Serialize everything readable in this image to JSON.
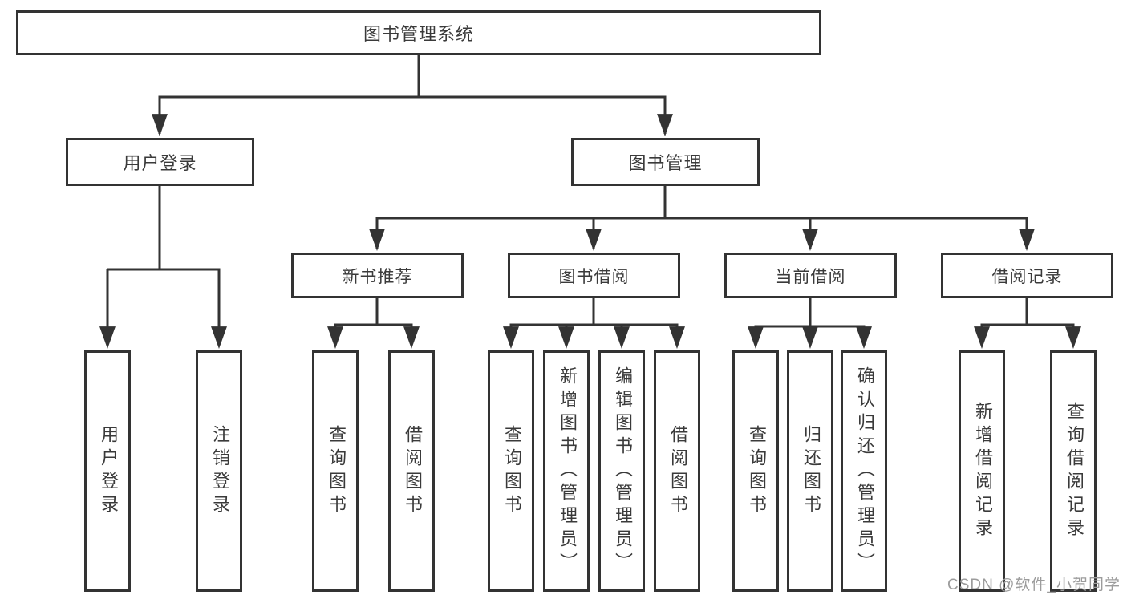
{
  "diagram": {
    "title": "图书管理系统",
    "nodes": {
      "user_login": {
        "label": "用户登录",
        "children": [
          {
            "label": "用户登录"
          },
          {
            "label": "注销登录"
          }
        ]
      },
      "book_mgmt": {
        "label": "图书管理",
        "sections": [
          {
            "label": "新书推荐",
            "children": [
              {
                "label": "查询图书"
              },
              {
                "label": "借阅图书"
              }
            ]
          },
          {
            "label": "图书借阅",
            "children": [
              {
                "label": "查询图书"
              },
              {
                "label": "新增图书（管理员）"
              },
              {
                "label": "编辑图书（管理员）"
              },
              {
                "label": "借阅图书"
              }
            ]
          },
          {
            "label": "当前借阅",
            "children": [
              {
                "label": "查询图书"
              },
              {
                "label": "归还图书"
              },
              {
                "label": "确认归还（管理员）"
              }
            ]
          },
          {
            "label": "借阅记录",
            "children": [
              {
                "label": "新增借阅记录"
              },
              {
                "label": "查询借阅记录"
              }
            ]
          }
        ]
      }
    },
    "colors": {
      "line": "#333333",
      "box_border": "#333333",
      "text": "#3a3a3a",
      "background": "#ffffff",
      "watermark": "#9c9c9c"
    }
  },
  "watermark": "CSDN @软件_小贺同学"
}
